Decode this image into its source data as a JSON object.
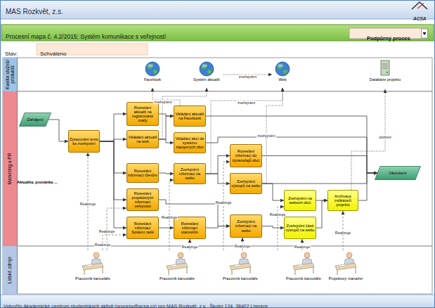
{
  "diagram": {
    "title": "Procesní mapa č. 4.2/2015: Systém komunikace s veřejností",
    "caption": "Vytvořilo Akademické centrum studentských aktivit (procesy@acsa.cz) pro MAS Rozkvět, z.s., Školní 124, 38402 Lhenice",
    "nodes": [
      {
        "text": [
          "Kvalita služeb/ produktů"
        ]
      },
      {
        "text": [
          "Facebook"
        ],
        "in": 0
      },
      {
        "text": [
          "Systém aktualit"
        ],
        "in": 0
      },
      {
        "text": [
          "Web"
        ],
        "in": 0
      },
      {
        "text": [
          "Databáze projektu"
        ],
        "in": 0
      },
      {
        "text": [
          "Marketing a PR"
        ]
      },
      {
        "text": [
          "Zahájení"
        ],
        "in": 5
      },
      {
        "text": [
          "Zpracování textu ke zveřejnění"
        ],
        "in": 5
      },
      {
        "text": [
          "Rozeslání aktualit na registrované maily"
        ],
        "in": 5
      },
      {
        "text": [
          "Vkládání aktualit na web"
        ],
        "in": 5
      },
      {
        "text": [
          "Rozeslání informací členům"
        ],
        "in": 5
      },
      {
        "text": [
          "Rozeslání projektových informací veřejnosti"
        ],
        "in": 5
      },
      {
        "text": [
          "Rozeslání informací Správní radě"
        ],
        "in": 5
      },
      {
        "text": [
          "Vkládání aktualit na Facebook"
        ],
        "in": 5
      },
      {
        "text": [
          "Vkládání akcí do systému zapojených obcí"
        ],
        "in": 5
      },
      {
        "text": [
          "Zveřejnění informací na webu"
        ],
        "in": 5
      },
      {
        "text": [
          "Rozeslání informací starostům"
        ],
        "in": 5
      },
      {
        "text": [
          "Rozeslání informací do zpravodajů obcí"
        ],
        "in": 5
      },
      {
        "text": [
          "Zveřejnění výstupů na webu"
        ],
        "in": 5
      },
      {
        "text": [
          "Zveřejnění informací na webu"
        ],
        "in": 5
      },
      {
        "text": [
          "Zveřejnění na webech obcí"
        ],
        "in": 5
      },
      {
        "text": [
          "Zveřejnění části výstupů na webu"
        ],
        "in": 5
      },
      {
        "text": [
          "Archivace indikátorů projektu"
        ],
        "in": 5
      },
      {
        "text": [
          "Ukončení"
        ],
        "in": 5
      },
      {
        "text": [
          "Lidské zdroje"
        ]
      },
      {
        "text": [
          "Pracovník kanceláře"
        ],
        "in": 24
      },
      {
        "text": [
          "Pracovník kanceláře"
        ],
        "in": 24
      },
      {
        "text": [
          "Pracovník kanceláře"
        ],
        "in": 24
      },
      {
        "text": [
          "Pracovník kanceláře"
        ],
        "in": 24
      },
      {
        "text": [
          "Projektový manažer"
        ],
        "in": 24
      }
    ],
    "edges": [
      {
        "from": 6,
        "to": 7,
        "arrow": "to"
      },
      {
        "from": 7,
        "to": 8,
        "arrow": "to"
      },
      {
        "from": 7,
        "to": 9,
        "arrow": "to"
      },
      {
        "from": 7,
        "to": 10,
        "arrow": "to"
      },
      {
        "from": 7,
        "to": 11,
        "arrow": "to"
      },
      {
        "from": 7,
        "to": 12,
        "arrow": "to"
      },
      {
        "from": 8,
        "to": 13,
        "arrow": "to"
      },
      {
        "from": 9,
        "to": 13,
        "arrow": "to"
      },
      {
        "from": 9,
        "to": 14,
        "arrow": "to"
      },
      {
        "from": 10,
        "to": 15,
        "arrow": "to"
      },
      {
        "from": 11,
        "to": 19,
        "arrow": "to"
      },
      {
        "from": 12,
        "to": 16,
        "arrow": "to"
      },
      {
        "from": 13,
        "to": 23,
        "arrow": "to"
      },
      {
        "from": 14,
        "to": 23,
        "arrow": "to"
      },
      {
        "from": 15,
        "to": 17,
        "arrow": "to"
      },
      {
        "from": 15,
        "to": 18,
        "arrow": "to"
      },
      {
        "from": 16,
        "to": 19,
        "arrow": "to"
      },
      {
        "from": 17,
        "to": 23,
        "arrow": "to"
      },
      {
        "from": 18,
        "to": 23,
        "arrow": "to"
      },
      {
        "from": 18,
        "to": 20,
        "arrow": "to"
      },
      {
        "from": 19,
        "to": 21,
        "arrow": "to"
      },
      {
        "from": 20,
        "to": 22,
        "arrow": "to"
      },
      {
        "from": 21,
        "to": 22,
        "arrow": "to"
      },
      {
        "from": 22,
        "to": 23,
        "arrow": "to"
      },
      {
        "from": 13,
        "to": 1,
        "label": "zveřejnění",
        "arrow": "to"
      },
      {
        "from": 9,
        "to": 2,
        "arrow": "to"
      },
      {
        "from": 2,
        "to": 3,
        "label": "zveřejnění",
        "arrow": "to"
      },
      {
        "from": 15,
        "to": 3,
        "label": "zveřejnění",
        "arrow": "to"
      },
      {
        "from": 18,
        "to": 3,
        "label": "zveřejnění",
        "arrow": "to"
      },
      {
        "from": 22,
        "to": 4,
        "label": "uložení",
        "arrow": "to"
      },
      {
        "from": 25,
        "to": 7,
        "label": "Realizuje",
        "arrow": "to"
      },
      {
        "from": 25,
        "to": 12,
        "label": "Realizuje",
        "arrow": "to"
      },
      {
        "from": 25,
        "to": 11,
        "label": "Realizuje",
        "arrow": "to"
      },
      {
        "from": 26,
        "to": 16,
        "label": "Realizuje",
        "arrow": "to"
      },
      {
        "from": 26,
        "to": 15,
        "label": "Realizuje",
        "arrow": "to"
      },
      {
        "from": 27,
        "to": 19,
        "label": "Realizuje",
        "arrow": "to"
      },
      {
        "from": 27,
        "to": 17,
        "label": "Realizuje",
        "arrow": "to"
      },
      {
        "from": 28,
        "to": 21,
        "label": "Realizuje",
        "arrow": "to"
      },
      {
        "from": 28,
        "to": 20,
        "label": "Realizuje",
        "arrow": "to"
      },
      {
        "from": 29,
        "to": 22,
        "label": "Realizuje",
        "arrow": "to"
      }
    ],
    "labels": [
      "MAS Rozkvět, z.s.",
      "ACSA",
      "Podpůrný proces",
      "Stav:",
      "Schváleno",
      "Aktualita, pozvánka ..."
    ]
  }
}
